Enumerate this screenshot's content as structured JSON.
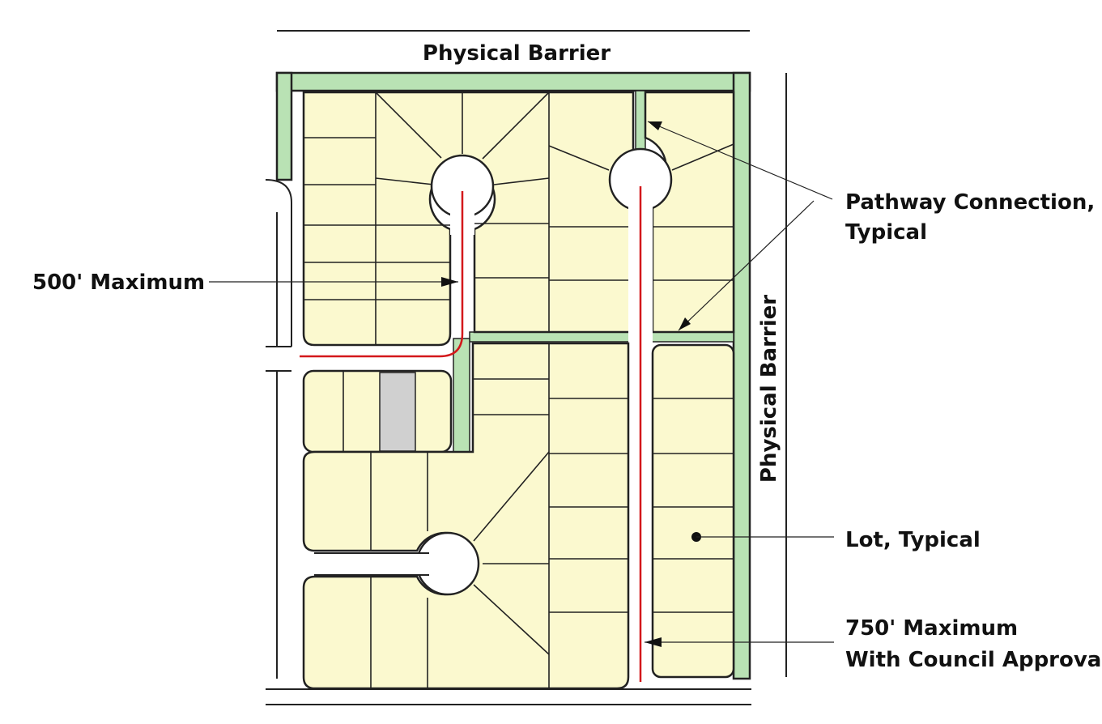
{
  "labels": {
    "top_barrier": "Physical Barrier",
    "side_barrier": "Physical Barrier",
    "pathway_line1": "Pathway Connection,",
    "pathway_line2": "Typical",
    "max500": "500' Maximum",
    "lot": "Lot, Typical",
    "max750_line1": "750' Maximum",
    "max750_line2": "With Council Approval"
  },
  "colors": {
    "lot_fill": "#fbf9cf",
    "open_space": "#b9e2b4",
    "road": "#ffffff",
    "cul_de_sac_centerline": "#d3181b",
    "pathway_lot": "#d0d0d0",
    "outline": "#222222"
  }
}
